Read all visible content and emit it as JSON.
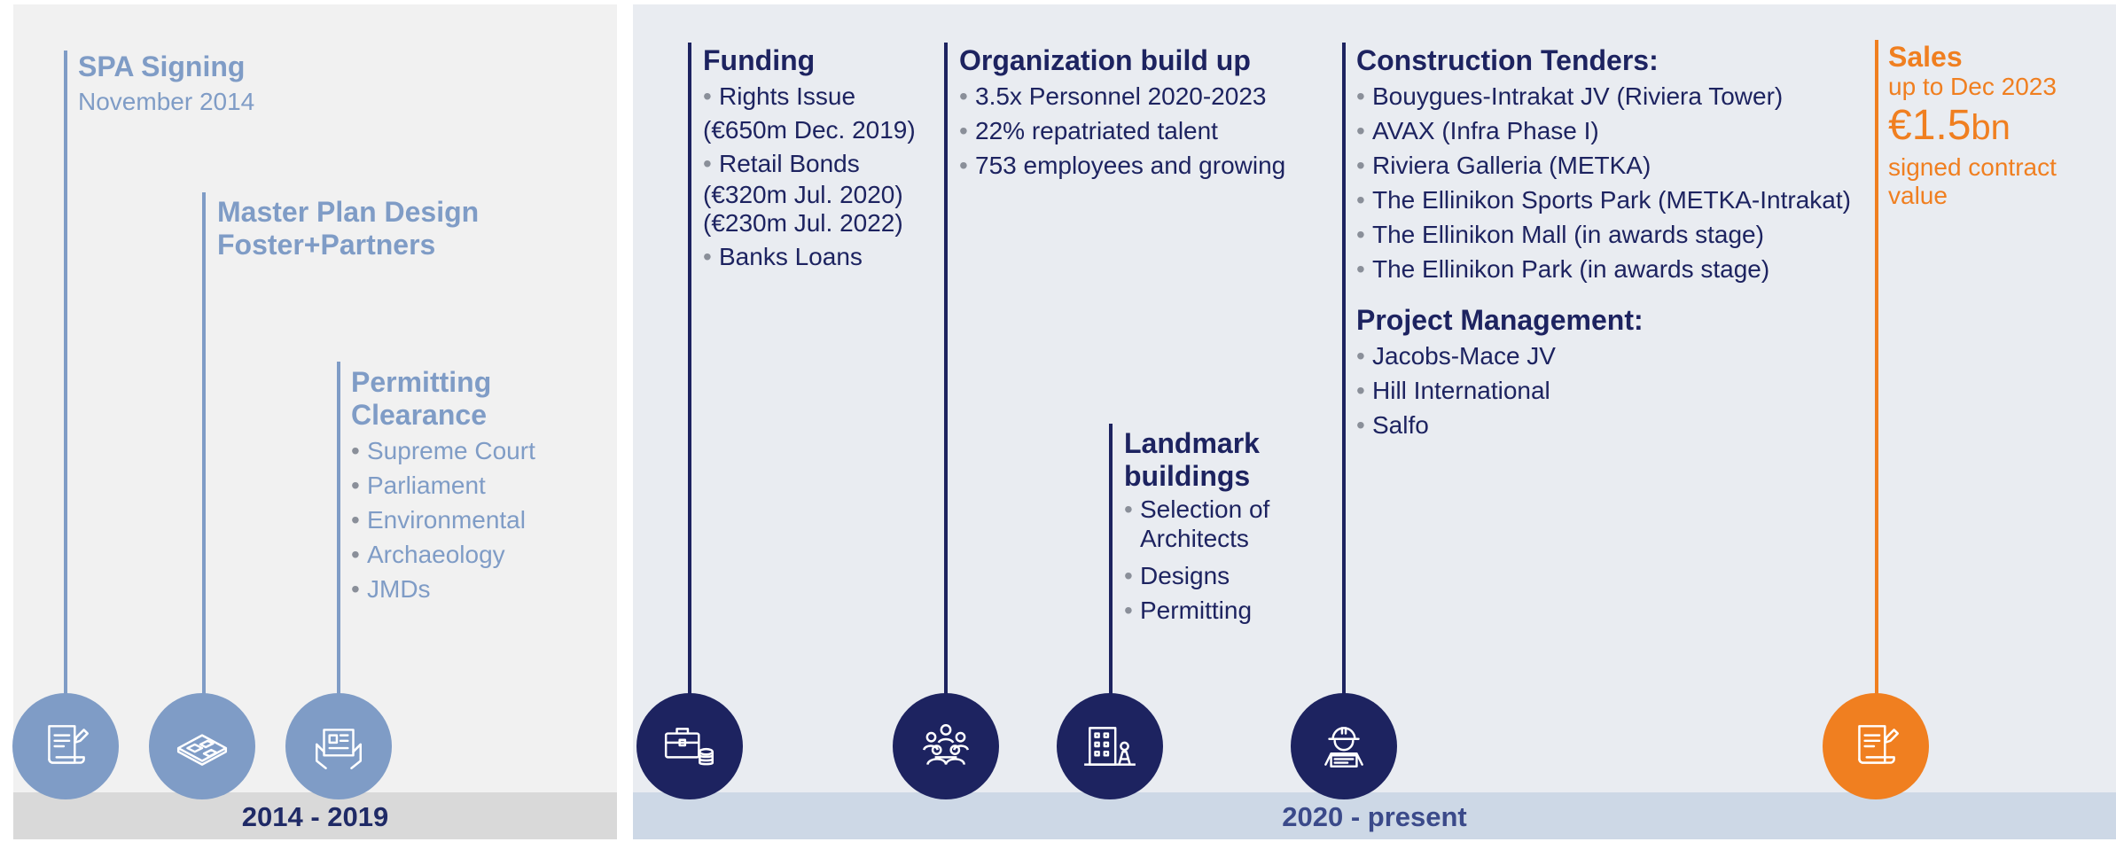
{
  "periods": {
    "left": "2014 - 2019",
    "right": "2020 - present"
  },
  "spa": {
    "title": "SPA Signing",
    "date": "November 2014",
    "icon": "document-sign-icon"
  },
  "master_plan": {
    "title_line1": "Master Plan Design",
    "title_line2": "Foster+Partners",
    "icon": "blueprint-icon"
  },
  "permitting": {
    "title_line1": "Permitting",
    "title_line2": "Clearance",
    "items": [
      "Supreme Court",
      "Parliament",
      "Environmental",
      "Archaeology",
      "JMDs"
    ],
    "icon": "plans-in-hands-icon"
  },
  "funding": {
    "title": "Funding",
    "items": [
      {
        "label": "Rights Issue",
        "detail": [
          "(€650m Dec. 2019)"
        ]
      },
      {
        "label": "Retail Bonds",
        "detail": [
          "(€320m Jul. 2020)",
          "(€230m Jul. 2022)"
        ]
      },
      {
        "label": "Banks Loans",
        "detail": []
      }
    ],
    "icon": "briefcase-coins-icon"
  },
  "organization": {
    "title": "Organization build up",
    "items": [
      "3.5x Personnel 2020-2023",
      "22% repatriated talent",
      "753 employees and growing"
    ],
    "icon": "team-meeting-icon"
  },
  "landmark": {
    "title_line1": "Landmark",
    "title_line2": "buildings",
    "items": [
      "Selection of Architects",
      "Designs",
      "Permitting"
    ],
    "icon": "building-architect-icon"
  },
  "construction": {
    "title": "Construction Tenders:",
    "items": [
      "Bouygues-Intrakat JV (Riviera Tower)",
      "AVAX (Infra Phase I)",
      "Riviera Galleria (METKA)",
      "The Ellinikon Sports Park (METKA-Intrakat)",
      "The Ellinikon Mall (in awards stage)",
      "The Ellinikon Park (in awards stage)"
    ],
    "pm_title": "Project Management:",
    "pm_items": [
      "Jacobs-Mace JV",
      "Hill International",
      "Salfo"
    ],
    "icon": "engineer-helmet-icon"
  },
  "sales": {
    "title": "Sales",
    "period": "up to Dec 2023",
    "amount": "€1.5",
    "unit": "bn",
    "desc_line1": "signed contract",
    "desc_line2": "value",
    "icon": "contract-sign-icon"
  },
  "colors": {
    "light_blue": "#7f9cc6",
    "navy": "#1d2360",
    "orange": "#f07f20"
  }
}
